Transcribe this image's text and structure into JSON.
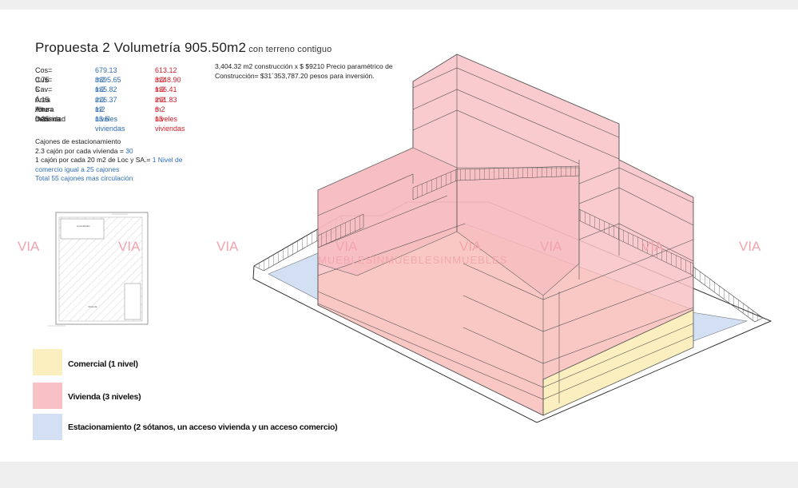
{
  "title": {
    "main": "Propuesta 2 Volumetría 905.50m2",
    "sub": "con terreno contiguo"
  },
  "stats": [
    {
      "label": "Cos= 0.75",
      "v1": "679.13 m2",
      "v2": "613.12 m2"
    },
    {
      "label": "Cus= 5",
      "v1": "3395.65 m2",
      "v2": "3248.90 m2"
    },
    {
      "label": "Cav= 0.15",
      "v1": "135.82 m2",
      "v2": "136.41 m2"
    },
    {
      "label": "Área libre= 0.25",
      "v1": "226.37 m2",
      "v2": "291.83 m2"
    },
    {
      "label": "Altura máxima",
      "v1": "12 niveles",
      "v2": "6 niveles"
    },
    {
      "label": "Densidad",
      "v1": "13.5 viviendas",
      "v2": "13 viviendas"
    }
  ],
  "cost": {
    "line1": "3,404.32 m2 construcción x $ $9210 Precio paramétrico de",
    "line2": "Construcción= $31´353,787.20 pesos para inversión."
  },
  "parking": {
    "title": "Cajones de estacionamiento",
    "l1_a": "2.3 cajón por cada vivienda = ",
    "l1_b": "30",
    "l2_a": "1 cajón por cada 20 m2 de Loc y SA.= ",
    "l2_b": "1 Nivel de",
    "l3": "comercio igual a 25 cajones",
    "l4": "Total 55 cajones mas circulación"
  },
  "legend": [
    {
      "label": "Comercial (1 nivel)",
      "color": "#fbeebf"
    },
    {
      "label": "Vivienda (3 niveles)",
      "color": "#f8c1c6"
    },
    {
      "label": "Estacionamiento (2 sótanos, un acceso vivienda y un acceso comercio)",
      "color": "#d3e0f3"
    }
  ],
  "watermark": {
    "logo": "VIA",
    "text": "MUEBLESINMUEBLESINMUEBLES"
  }
}
